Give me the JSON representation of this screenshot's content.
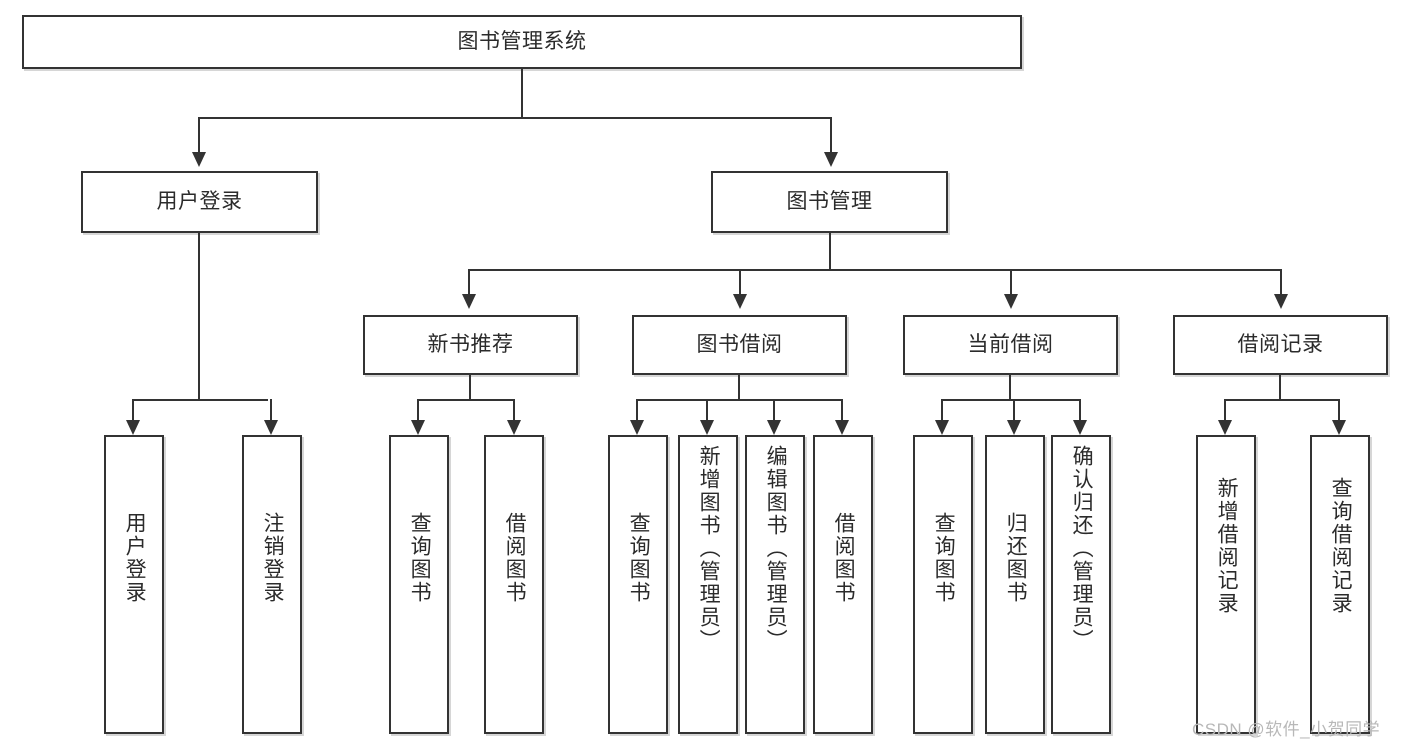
{
  "diagram": {
    "type": "tree-hierarchy",
    "title": "图书管理系统",
    "root": {
      "label": "图书管理系统"
    },
    "level2": [
      {
        "label": "用户登录"
      },
      {
        "label": "图书管理"
      }
    ],
    "level3": [
      {
        "label": "新书推荐"
      },
      {
        "label": "图书借阅"
      },
      {
        "label": "当前借阅"
      },
      {
        "label": "借阅记录"
      }
    ],
    "leaves": {
      "user_login": [
        {
          "label": "用户登录"
        },
        {
          "label": "注销登录"
        }
      ],
      "new_book_recommend": [
        {
          "label": "查询图书"
        },
        {
          "label": "借阅图书"
        }
      ],
      "book_borrow": [
        {
          "label": "查询图书"
        },
        {
          "label": "新增图书（管理员）"
        },
        {
          "label": "编辑图书（管理员）"
        },
        {
          "label": "借阅图书"
        }
      ],
      "current_borrow": [
        {
          "label": "查询图书"
        },
        {
          "label": "归还图书"
        },
        {
          "label": "确认归还（管理员）"
        }
      ],
      "borrow_record": [
        {
          "label": "新增借阅记录"
        },
        {
          "label": "查询借阅记录"
        }
      ]
    }
  },
  "watermark": {
    "text": "CSDN @软件_小贺同学"
  },
  "colors": {
    "stroke": "#333333",
    "text": "#2b2b2b",
    "background": "#ffffff",
    "watermark": "#b8b8b8"
  }
}
